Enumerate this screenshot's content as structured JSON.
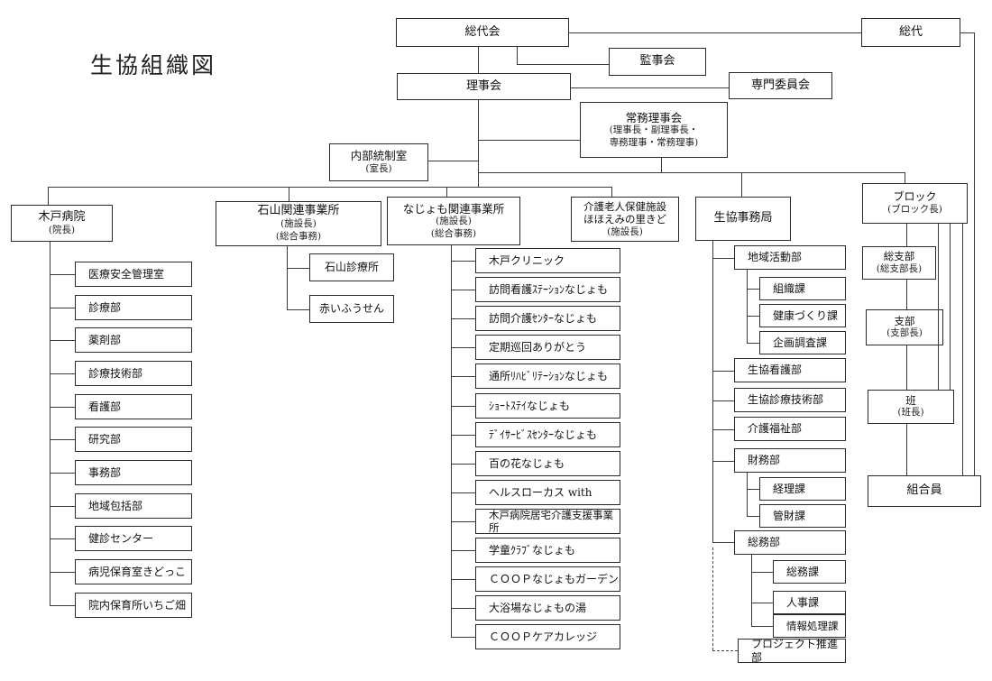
{
  "title": "生協組織図",
  "boxes": [
    {
      "id": "sodaikai",
      "label": "総代会"
    },
    {
      "id": "sodai",
      "label": "総代"
    },
    {
      "id": "kanjikai",
      "label": "監事会"
    },
    {
      "id": "rijikai",
      "label": "理事会"
    },
    {
      "id": "senmon-iinkai",
      "label": "専門委員会"
    },
    {
      "id": "jomu-rijikai",
      "label": "常務理事会",
      "sub": [
        "(理事長・副理事長・",
        "専務理事・常務理事)"
      ]
    },
    {
      "id": "naibu-tosei",
      "label": "内部統制室",
      "sub": [
        "(室長)"
      ]
    },
    {
      "id": "kido-byoin",
      "label": "木戸病院",
      "sub": [
        "(院長)"
      ]
    },
    {
      "id": "ishiyama-office",
      "label": "石山関連事業所",
      "sub": [
        "(施設長)",
        "(総合事務)"
      ]
    },
    {
      "id": "najomo-office",
      "label": "なじょも関連事業所",
      "sub": [
        "(施設長)",
        "(総合事務)"
      ]
    },
    {
      "id": "kaigo-rojin",
      "lines": [
        "介護老人保健施設",
        "ほほえみの里きど"
      ],
      "sub": [
        "(施設長)"
      ]
    },
    {
      "id": "seikyo-jimukyoku",
      "label": "生協事務局"
    },
    {
      "id": "block",
      "label": "ブロック",
      "sub": [
        "(ブロック長)"
      ]
    },
    {
      "id": "kido-1",
      "label": "医療安全管理室"
    },
    {
      "id": "kido-2",
      "label": "診療部"
    },
    {
      "id": "kido-3",
      "label": "薬剤部"
    },
    {
      "id": "kido-4",
      "label": "診療技術部"
    },
    {
      "id": "kido-5",
      "label": "看護部"
    },
    {
      "id": "kido-6",
      "label": "研究部"
    },
    {
      "id": "kido-7",
      "label": "事務部"
    },
    {
      "id": "kido-8",
      "label": "地域包括部"
    },
    {
      "id": "kido-9",
      "label": "健診センター"
    },
    {
      "id": "kido-10",
      "label": "病児保育室きどっこ"
    },
    {
      "id": "kido-11",
      "label": "院内保育所いちご畑"
    },
    {
      "id": "ishiyama-1",
      "label": "石山診療所"
    },
    {
      "id": "ishiyama-2",
      "label": "赤いふうせん"
    },
    {
      "id": "najomo-1",
      "label": "木戸クリニック"
    },
    {
      "id": "najomo-2",
      "label": "訪問看護ｽﾃｰｼｮﾝなじょも"
    },
    {
      "id": "najomo-3",
      "label": "訪問介護ｾﾝﾀｰなじょも"
    },
    {
      "id": "najomo-4",
      "label": "定期巡回ありがとう"
    },
    {
      "id": "najomo-5",
      "label": "通所ﾘﾊﾋﾞﾘﾃｰｼｮﾝなじょも"
    },
    {
      "id": "najomo-6",
      "label": "ｼｮｰﾄｽﾃｲなじょも"
    },
    {
      "id": "najomo-7",
      "label": "ﾃﾞｲｻｰﾋﾞｽｾﾝﾀｰなじょも"
    },
    {
      "id": "najomo-8",
      "label": "百の花なじょも"
    },
    {
      "id": "najomo-9",
      "label": "ヘルスローカス with"
    },
    {
      "id": "najomo-10",
      "label": "木戸病院居宅介護支援事業所"
    },
    {
      "id": "najomo-11",
      "label": "学童ｸﾗﾌﾞなじょも"
    },
    {
      "id": "najomo-12",
      "label": "ＣＯＯＰなじょもガーデン"
    },
    {
      "id": "najomo-13",
      "label": "大浴場なじょもの湯"
    },
    {
      "id": "najomo-14",
      "label": "ＣＯＯＰケアカレッジ"
    },
    {
      "id": "dept-chiiki",
      "label": "地域活動部"
    },
    {
      "id": "dept-kango",
      "label": "生協看護部"
    },
    {
      "id": "dept-shinryo-gijutsu",
      "label": "生協診療技術部"
    },
    {
      "id": "dept-kaigo-fukushi",
      "label": "介護福祉部"
    },
    {
      "id": "dept-zaimu",
      "label": "財務部"
    },
    {
      "id": "dept-somu",
      "label": "総務部"
    },
    {
      "id": "ka-soshiki",
      "label": "組織課"
    },
    {
      "id": "ka-kenko",
      "label": "健康づくり課"
    },
    {
      "id": "ka-kikaku",
      "label": "企画調査課"
    },
    {
      "id": "ka-keiri",
      "label": "経理課"
    },
    {
      "id": "ka-kanzai",
      "label": "管財課"
    },
    {
      "id": "ka-somu",
      "label": "総務課"
    },
    {
      "id": "ka-jinji",
      "label": "人事課"
    },
    {
      "id": "ka-joho",
      "label": "情報処理課"
    },
    {
      "id": "project-suishin",
      "label": "プロジェクト推進部"
    },
    {
      "id": "soshibu",
      "label": "総支部",
      "sub": [
        "(総支部長)"
      ]
    },
    {
      "id": "shibu",
      "label": "支部",
      "sub": [
        "(支部長)"
      ]
    },
    {
      "id": "han",
      "label": "班",
      "sub": [
        "(班長)"
      ]
    },
    {
      "id": "kumiaiin",
      "label": "組合員"
    }
  ]
}
